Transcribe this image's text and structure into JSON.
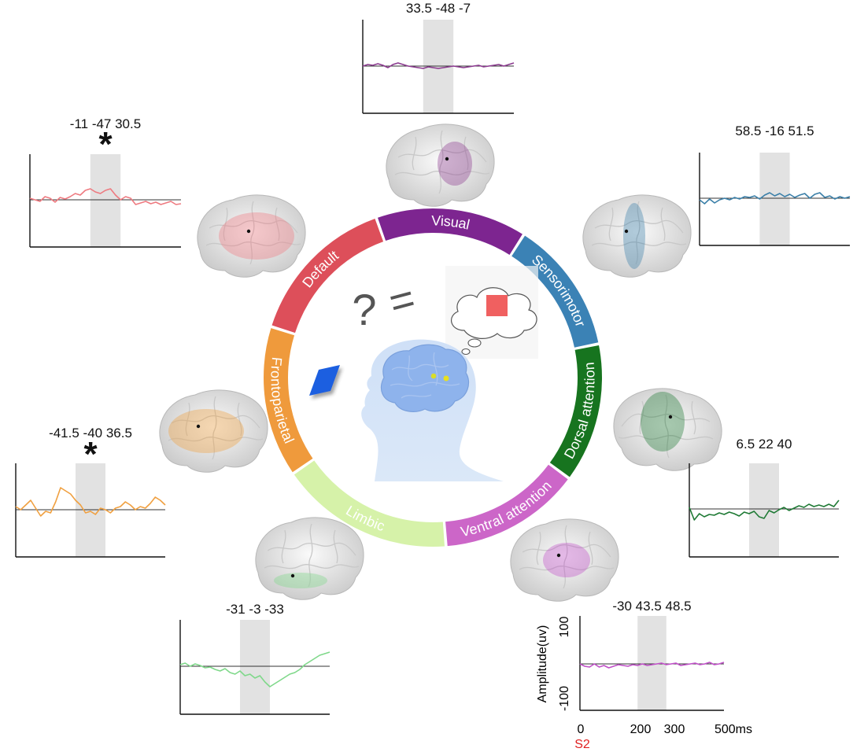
{
  "ring": {
    "segments": [
      {
        "name": "Visual",
        "color": "#7d2590"
      },
      {
        "name": "Sensorimotor",
        "color": "#3b82b5"
      },
      {
        "name": "Dorsal attention",
        "color": "#17741f"
      },
      {
        "name": "Ventral attention",
        "color": "#cc66c8"
      },
      {
        "name": "Limbic",
        "color": "#d6f2a9"
      },
      {
        "name": "Frontoparietal",
        "color": "#ef9a3c"
      },
      {
        "name": "Default",
        "color": "#dd4f5a"
      }
    ]
  },
  "center": {
    "question_mark": "?",
    "equals": "=",
    "diamond_color": "#1a5fe0",
    "square_color": "#f06060"
  },
  "panels": [
    {
      "network": "Visual",
      "coords": "33.5 -48 -7",
      "color": "#8b3a8f",
      "significant": false
    },
    {
      "network": "Sensorimotor",
      "coords": "58.5 -16 51.5",
      "color": "#3a7fa8",
      "significant": false
    },
    {
      "network": "Dorsal attention",
      "coords": "6.5 22 40",
      "color": "#1f7a35",
      "significant": false
    },
    {
      "network": "Ventral attention",
      "coords": "-30 43.5 48.5",
      "color": "#c050c8",
      "significant": false
    },
    {
      "network": "Limbic",
      "coords": "-31 -3 -33",
      "color": "#7fd88a",
      "significant": false
    },
    {
      "network": "Frontoparietal",
      "coords": "-41.5 -40 36.5",
      "color": "#f0a040",
      "significant": true
    },
    {
      "network": "Default",
      "coords": "-11 -47 30.5",
      "color": "#ee7a80",
      "significant": true
    }
  ],
  "significance_marker": "*",
  "axis": {
    "ylabel": "Amplitude(uv)",
    "ytick_top": "100",
    "ytick_bottom": "-100",
    "xticks": [
      "0",
      "200",
      "300",
      "500ms"
    ],
    "stimulus_label": "S2",
    "stimulus_color": "#e02020",
    "window_ms": [
      200,
      300
    ],
    "range_ms": [
      0,
      500
    ],
    "range_uv": [
      -100,
      100
    ]
  }
}
